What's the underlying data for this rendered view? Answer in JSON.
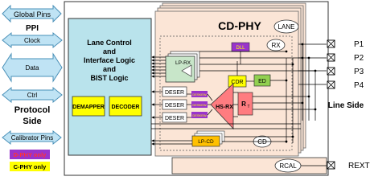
{
  "colors": {
    "arrow_fill": "#bfe3f4",
    "arrow_stroke": "#4a90b8",
    "lane_control_fill": "#b9e3ec",
    "phy_fill": "#fbe5d6",
    "yellow": "#ffff00",
    "green": "#92d050",
    "purple": "#9933cc",
    "red": "#ff7c80",
    "bus": "#000000"
  },
  "left_interface": {
    "global_pins": "Global Pins",
    "ppi": "PPI",
    "clock": "Clock",
    "data": "Data",
    "ctrl": "Ctrl",
    "protocol_side": "Protocol\nSide",
    "calibrator_pins": "Calibrator Pins",
    "dphy_only": "D-PHY only",
    "cphy_only": "C-PHY only"
  },
  "lane_control": {
    "title_lines": [
      "Lane Control",
      "and",
      "Interface Logic",
      "and",
      "BIST Logic"
    ],
    "demapper": "DEMAPPER",
    "decoder": "DECODER"
  },
  "phy": {
    "title": "CD-PHY",
    "lane": "LANE",
    "rx": "RX",
    "lp_rx": "LP-RX",
    "dll": "DLL",
    "cdr": "CDR",
    "ed": "ED",
    "deser": [
      "DESER",
      "DESER",
      "DESER"
    ],
    "deskew": [
      "DESKEW",
      "DESKEW",
      "DESKEW"
    ],
    "hs_rx": "HS-RX",
    "rt": "R",
    "rt_sub": "T",
    "lp_cd": "LP-CD",
    "cd": "CD",
    "rcal": "RCAL"
  },
  "line_side": {
    "pins": [
      "P1",
      "P2",
      "P3",
      "P4"
    ],
    "rext": "REXT",
    "label": "Line Side"
  }
}
